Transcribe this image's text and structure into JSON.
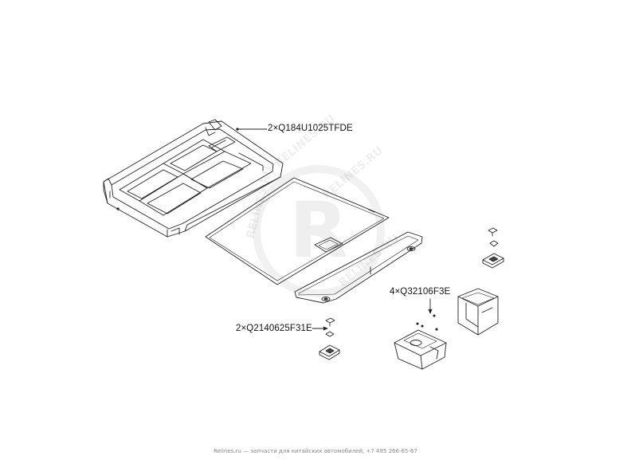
{
  "diagram": {
    "callouts": [
      {
        "id": "c1",
        "text": "2×Q184U1025TFDE"
      },
      {
        "id": "c2",
        "text": "4×Q32106F3E"
      },
      {
        "id": "c3",
        "text": "2×Q2140625F31E"
      }
    ]
  },
  "watermark": {
    "letter": "R",
    "text": "RELINES.RU"
  },
  "footer": {
    "site": "Relines.ru",
    "separator": " — ",
    "tagline": "запчасти для китайских автомобилей, +7 495 266-65-67"
  }
}
